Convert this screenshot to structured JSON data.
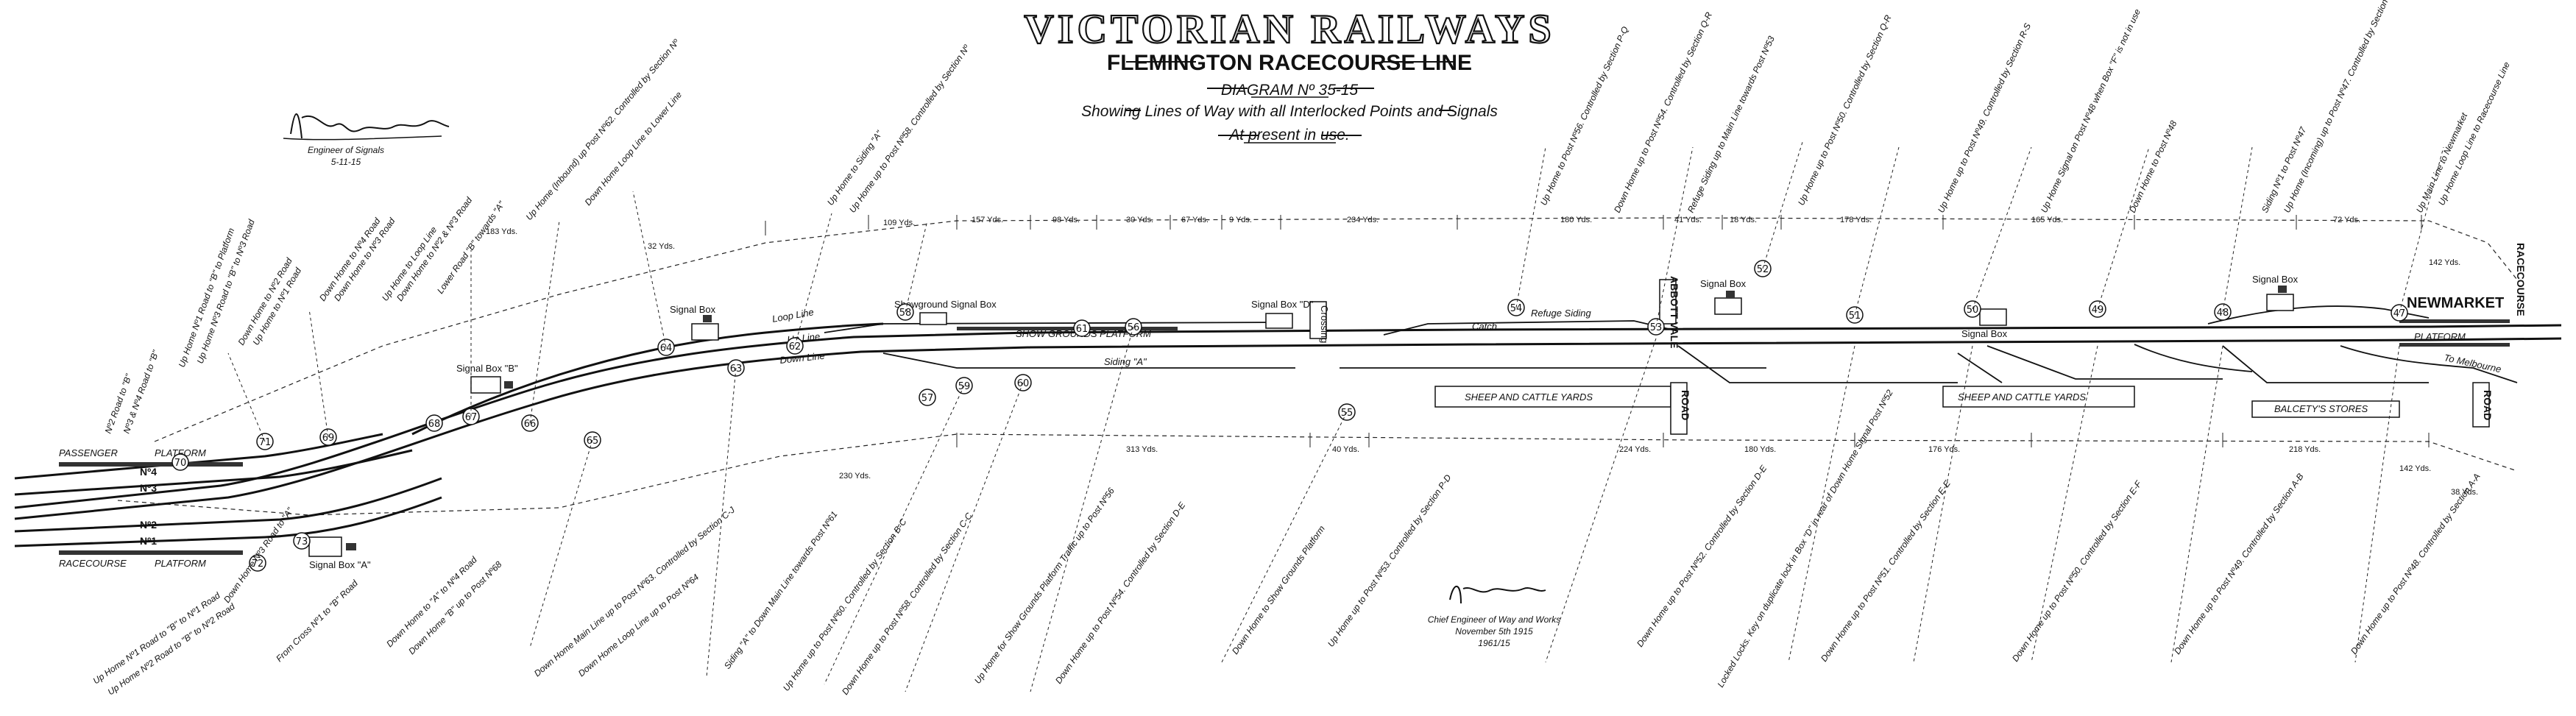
{
  "header": {
    "title": "VICTORIAN RAILWAYS",
    "line_name": "FLEMINGTON RACECOURSE LINE",
    "diagram_no": "DIAGRAM Nº 35-15",
    "subtitle": "Showing Lines of Way with all Interlocked Points and Signals",
    "status": "At present in use."
  },
  "signatures": {
    "engineer_signals_role": "Engineer of Signals",
    "engineer_signals_date": "5-11-15",
    "chief_engineer_role": "Chief Engineer of Way and Works",
    "chief_engineer_date": "November 5th 1915",
    "ref": "1961/15"
  },
  "stations": {
    "racecourse": "RACECOURSE",
    "newmarket": "NEWMARKET",
    "racecourse_right": "RACECOURSE",
    "to_melbourne": "To Melbourne",
    "platform_left_top": "PLATFORM",
    "platform_left_bottom": "PLATFORM",
    "platform_right": "PLATFORM",
    "passenger": "PASSENGER"
  },
  "platform_numbers": [
    "Nº4",
    "Nº3",
    "Nº2",
    "Nº1"
  ],
  "lines": {
    "loop_line": "Loop Line",
    "up_line": "Up Line",
    "down_line": "Down Line",
    "show_grounds_platform": "SHOW GROUNDS PLATFORM",
    "siding_a": "Siding \"A\"",
    "refuge_siding": "Refuge Siding",
    "sheep_cattle_yards_1": "SHEEP AND CATTLE YARDS",
    "sheep_cattle_yards_2": "SHEEP AND CATTLE YARDS",
    "balcetys_stores": "BALCETY'S STORES",
    "abbott_vale": "ABBOTT VALE",
    "road": "ROAD",
    "road_right": "ROAD",
    "siding_crossing": "Crossing",
    "catch": "Catch"
  },
  "boxes": {
    "signal_box_a": "Signal Box \"A\"",
    "signal_box_b": "Signal Box \"B\"",
    "signal_box_c": "Signal Box",
    "showground_box": "Showground Signal Box",
    "signal_box_d": "Signal Box \"D\"",
    "signal_box_e": "Signal Box",
    "signal_box_f": "Signal Box",
    "signal_box_right": "Signal Box"
  },
  "signals": [
    "71",
    "70",
    "69",
    "68",
    "67",
    "66",
    "65",
    "64",
    "63",
    "62",
    "61",
    "60",
    "59",
    "58",
    "57",
    "56",
    "55",
    "54",
    "53",
    "52",
    "51",
    "50",
    "49",
    "48",
    "47",
    "73",
    "72"
  ],
  "distances_top": [
    "183 Yds.",
    "32 Yds.",
    "109 Yds.",
    "157 Yds.",
    "98 Yds.",
    "30 Yds.",
    "67 Yds.",
    "9 Yds.",
    "234 Yds.",
    "180 Yds.",
    "41 Yds.",
    "18 Yds.",
    "178 Yds.",
    "165 Yds.",
    "72 Yds.",
    "142 Yds."
  ],
  "distances_bottom": [
    "230 Yds.",
    "313 Yds.",
    "40 Yds.",
    "224 Yds.",
    "180 Yds.",
    "176 Yds.",
    "218 Yds.",
    "142 Yds.",
    "38 Yds."
  ],
  "notes_left_top": [
    "Nº2 Road to \"B\"",
    "Nº3 & Nº4 Road to \"B\"",
    "Up Home Nº1 Road to \"B\" to Platform",
    "Up Home Nº3 Road to \"B\" to Nº3 Road",
    "Down Home to Nº2 Road",
    "Up Home to Nº1 Road",
    "Down Home to Nº4 Road",
    "Down Home to Nº3 Road",
    "Up Home to Loop Line",
    "Down Home to Nº2 & Nº3 Road",
    "Lower Road \"B\" towards \"A\"",
    "Up Home (Inbound) up Post Nº62. Controlled by Section Nº",
    "Down Home Loop Line to Lower Line"
  ],
  "notes_top": [
    "Up Home to Siding \"A\"",
    "Up Home up to Post Nº58. Controlled by Section Nº",
    "Up Home to Post Nº56. Controlled by Section P-Q",
    "Down Home up to Post Nº54. Controlled by Section Q-R",
    "Refuge Siding up to Main Line towards Post Nº53",
    "Up Home up to Post Nº50. Controlled by Section Q-R",
    "Up Home up to Post Nº49. Controlled by Section R-S",
    "Up Home Signal on Post Nº48 when Box \"F\" is not in use",
    "Down Home to Post Nº48",
    "Siding Nº1 to Post Nº47",
    "Up Home (Incoming) up to Post Nº47. Controlled by Section S-T",
    "Up Main Line to Newmarket",
    "Up Home Loop Line to Racecourse Line"
  ],
  "notes_bottom": [
    "Up Home Nº1 Road to \"B\" to Nº1 Road",
    "Up Home Nº2 Road to \"B\" to Nº2 Road",
    "Down Home Nº3 Road to \"A\"",
    "From Cross Nº1 to \"B\" Road",
    "Down Home to \"A\" to Nº4 Road",
    "Down Home \"B\" up to Post Nº68",
    "Down Home Main Line up to Post Nº63. Controlled by Section C-J",
    "Down Home Loop Line up to Post Nº64",
    "Siding \"A\" to Down Main Line towards Post Nº61",
    "Up Home up to Post Nº60. Controlled by Section B-C",
    "Down Home up to Post Nº58. Controlled by Section C-C",
    "Up Home for Show Grounds Platform Traffic up to Post Nº56",
    "Down Home up to Post Nº54. Controlled by Section D-E",
    "Down Home to Show Grounds Platform",
    "Up Home up to Post Nº53. Controlled by Section P-D",
    "Down Home up to Post Nº52. Controlled by Section D-E",
    "Down Home up to Post Nº51. Controlled by Section E-E",
    "Down Home up to Post Nº50. Controlled by Section E-F",
    "Down Home up to Post Nº49. Controlled by Section A-B",
    "Down Home up to Post Nº48. Controlled by Section A-A"
  ],
  "key_note": "Locked Locks. Key on duplicate lock in Box \"D\" in rear of Down Home Signal Post Nº52"
}
